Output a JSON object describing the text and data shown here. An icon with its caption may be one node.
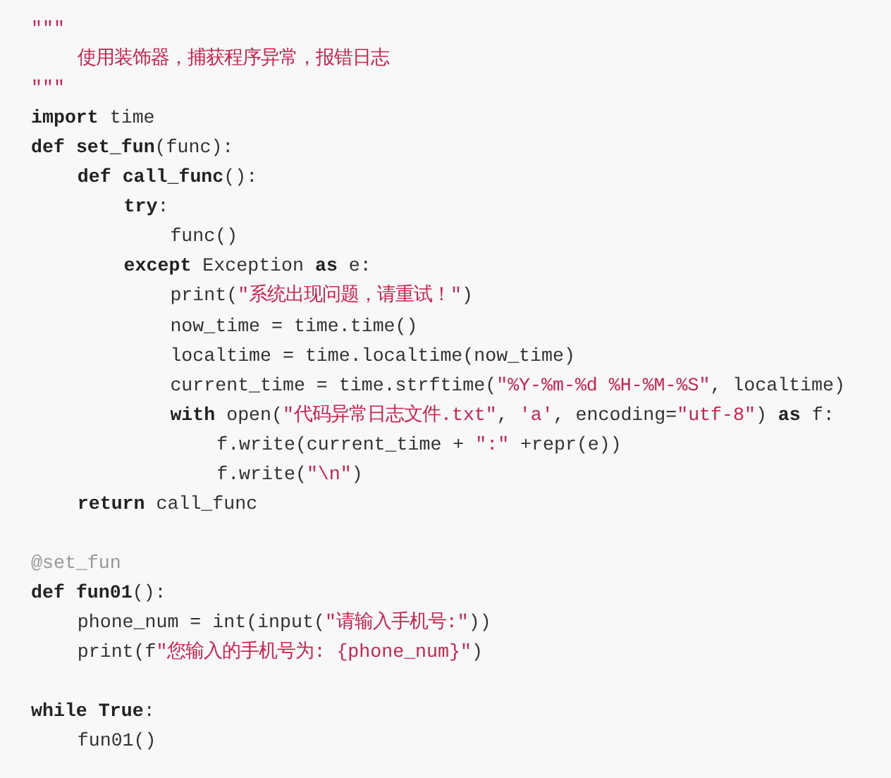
{
  "diagram": {
    "labels": [
      "\"\"\"",
      "使用装饰器，捕获程序异常，报错日志",
      "\"\"\"",
      "**import** time",
      "**def** **set_fun**(func):",
      "**def** **call_func**():",
      "**try**:",
      "func()",
      "**except** Exception **as** e:",
      "print(\"系统出现问题，请重试！\")",
      "now_time = time.time()",
      "localtime = time.localtime(now_time)",
      "current_time = time.strftime(\"%Y-%m-%d %H-%M-%S\", localtime)",
      "**with** open(\"代码异常日志文件.txt\", 'a', encoding=\"utf-8\") **as** f:",
      "f.write(current_time + \":\" +repr(e))",
      "f.write(\"\\n\")",
      "**return** call_func",
      "@set_fun",
      "**def** **fun01**():",
      "phone_num = int(input(\"请输入手机号:\"))",
      "print(f\"您输入的手机号为: {phone_num}\")",
      "**while** **True**:",
      "fun01()"
    ]
  }
}
